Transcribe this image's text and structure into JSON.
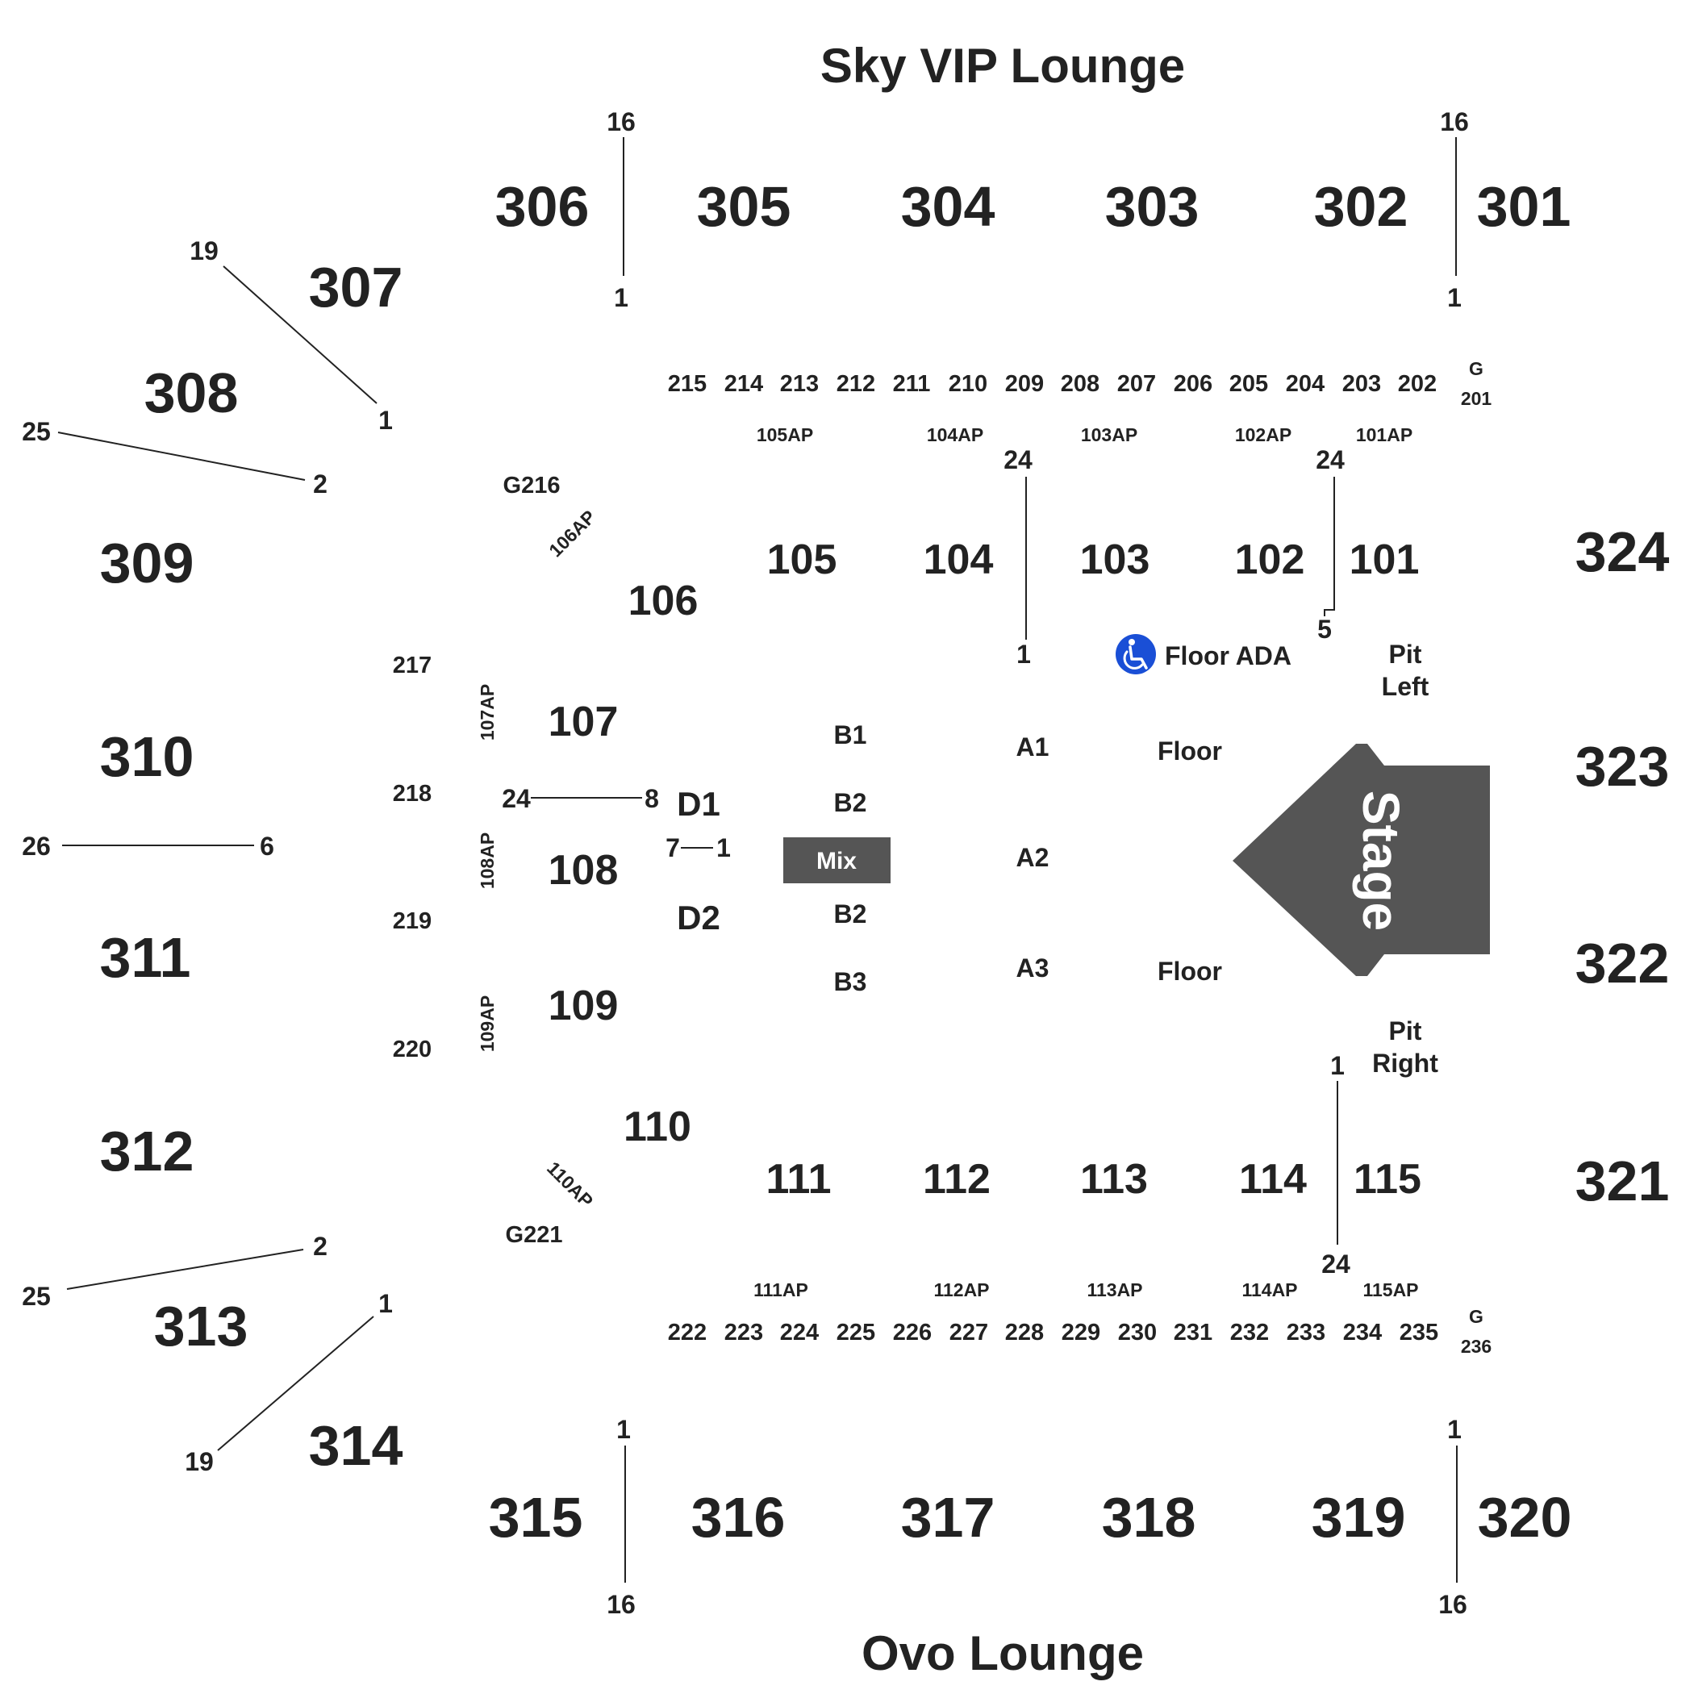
{
  "lounges": {
    "top": "Sky VIP Lounge",
    "bottom": "Ovo Lounge"
  },
  "sections_300": [
    "301",
    "302",
    "303",
    "304",
    "305",
    "306",
    "307",
    "308",
    "309",
    "310",
    "311",
    "312",
    "313",
    "314",
    "315",
    "316",
    "317",
    "318",
    "319",
    "320",
    "321",
    "322",
    "323",
    "324"
  ],
  "sections_200_top": [
    "215",
    "214",
    "213",
    "212",
    "211",
    "210",
    "209",
    "208",
    "207",
    "206",
    "205",
    "204",
    "203",
    "202"
  ],
  "sections_200_bottom": [
    "222",
    "223",
    "224",
    "225",
    "226",
    "227",
    "228",
    "229",
    "230",
    "231",
    "232",
    "233",
    "234",
    "235"
  ],
  "sections_200_side": [
    "217",
    "218",
    "219",
    "220"
  ],
  "g_labels": {
    "g201_top": "G",
    "g201_bottom": "201",
    "g236_top": "G",
    "g236_bottom": "236",
    "g216": "G216",
    "g221": "G221"
  },
  "sections_100_top": [
    "105",
    "104",
    "103",
    "102",
    "101"
  ],
  "sections_100_bottom": [
    "111",
    "112",
    "113",
    "114",
    "115"
  ],
  "sections_100_side": [
    "106",
    "107",
    "108",
    "109",
    "110"
  ],
  "ap_top": [
    "105AP",
    "104AP",
    "103AP",
    "102AP",
    "101AP"
  ],
  "ap_bottom": [
    "111AP",
    "112AP",
    "113AP",
    "114AP",
    "115AP"
  ],
  "ap_side": [
    "106AP",
    "107AP",
    "108AP",
    "109AP",
    "110AP"
  ],
  "floor": {
    "a": [
      "A1",
      "A2",
      "A3"
    ],
    "b": [
      "B1",
      "B2",
      "B2",
      "B3"
    ],
    "d": [
      "D1",
      "D2"
    ],
    "floor_label": "Floor",
    "mix": "Mix",
    "stage": "Stage",
    "pit_left": [
      "Pit",
      "Left"
    ],
    "pit_right": [
      "Pit",
      "Right"
    ],
    "ada": "Floor ADA"
  },
  "row_markers": [
    "16",
    "1",
    "16",
    "1",
    "19",
    "1",
    "25",
    "2",
    "26",
    "6",
    "25",
    "2",
    "19",
    "1",
    "1",
    "16",
    "1",
    "16",
    "24",
    "1",
    "24",
    "5",
    "1",
    "24",
    "24",
    "8",
    "7",
    "1"
  ],
  "colors": {
    "text": "#222222",
    "stage": "#555555",
    "mix": "#555555",
    "ada_icon": "#1a4fd6"
  },
  "icons": {
    "ada": "wheelchair-icon"
  }
}
